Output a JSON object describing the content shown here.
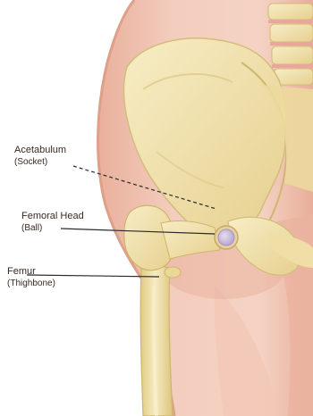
{
  "labels": {
    "acetabulum": {
      "title": "Acetabulum",
      "sub": "(Socket)"
    },
    "femoral_head": {
      "title": "Femoral Head",
      "sub": "(Ball)"
    },
    "femur": {
      "title": "Femur",
      "sub": "(Thighbone)"
    }
  },
  "colors": {
    "background": "#ffffff",
    "skin": "#f1c7b6",
    "skin_edge": "#e2a996",
    "muscle": "#e9b2a0",
    "bone": "#f2e4ae",
    "bone_edge": "#d8c17c",
    "bone_shadow": "#e3cf8f",
    "cartilage": "#c9b9dc",
    "leader_line": "#2b2b2b",
    "text": "#3a2a22"
  }
}
